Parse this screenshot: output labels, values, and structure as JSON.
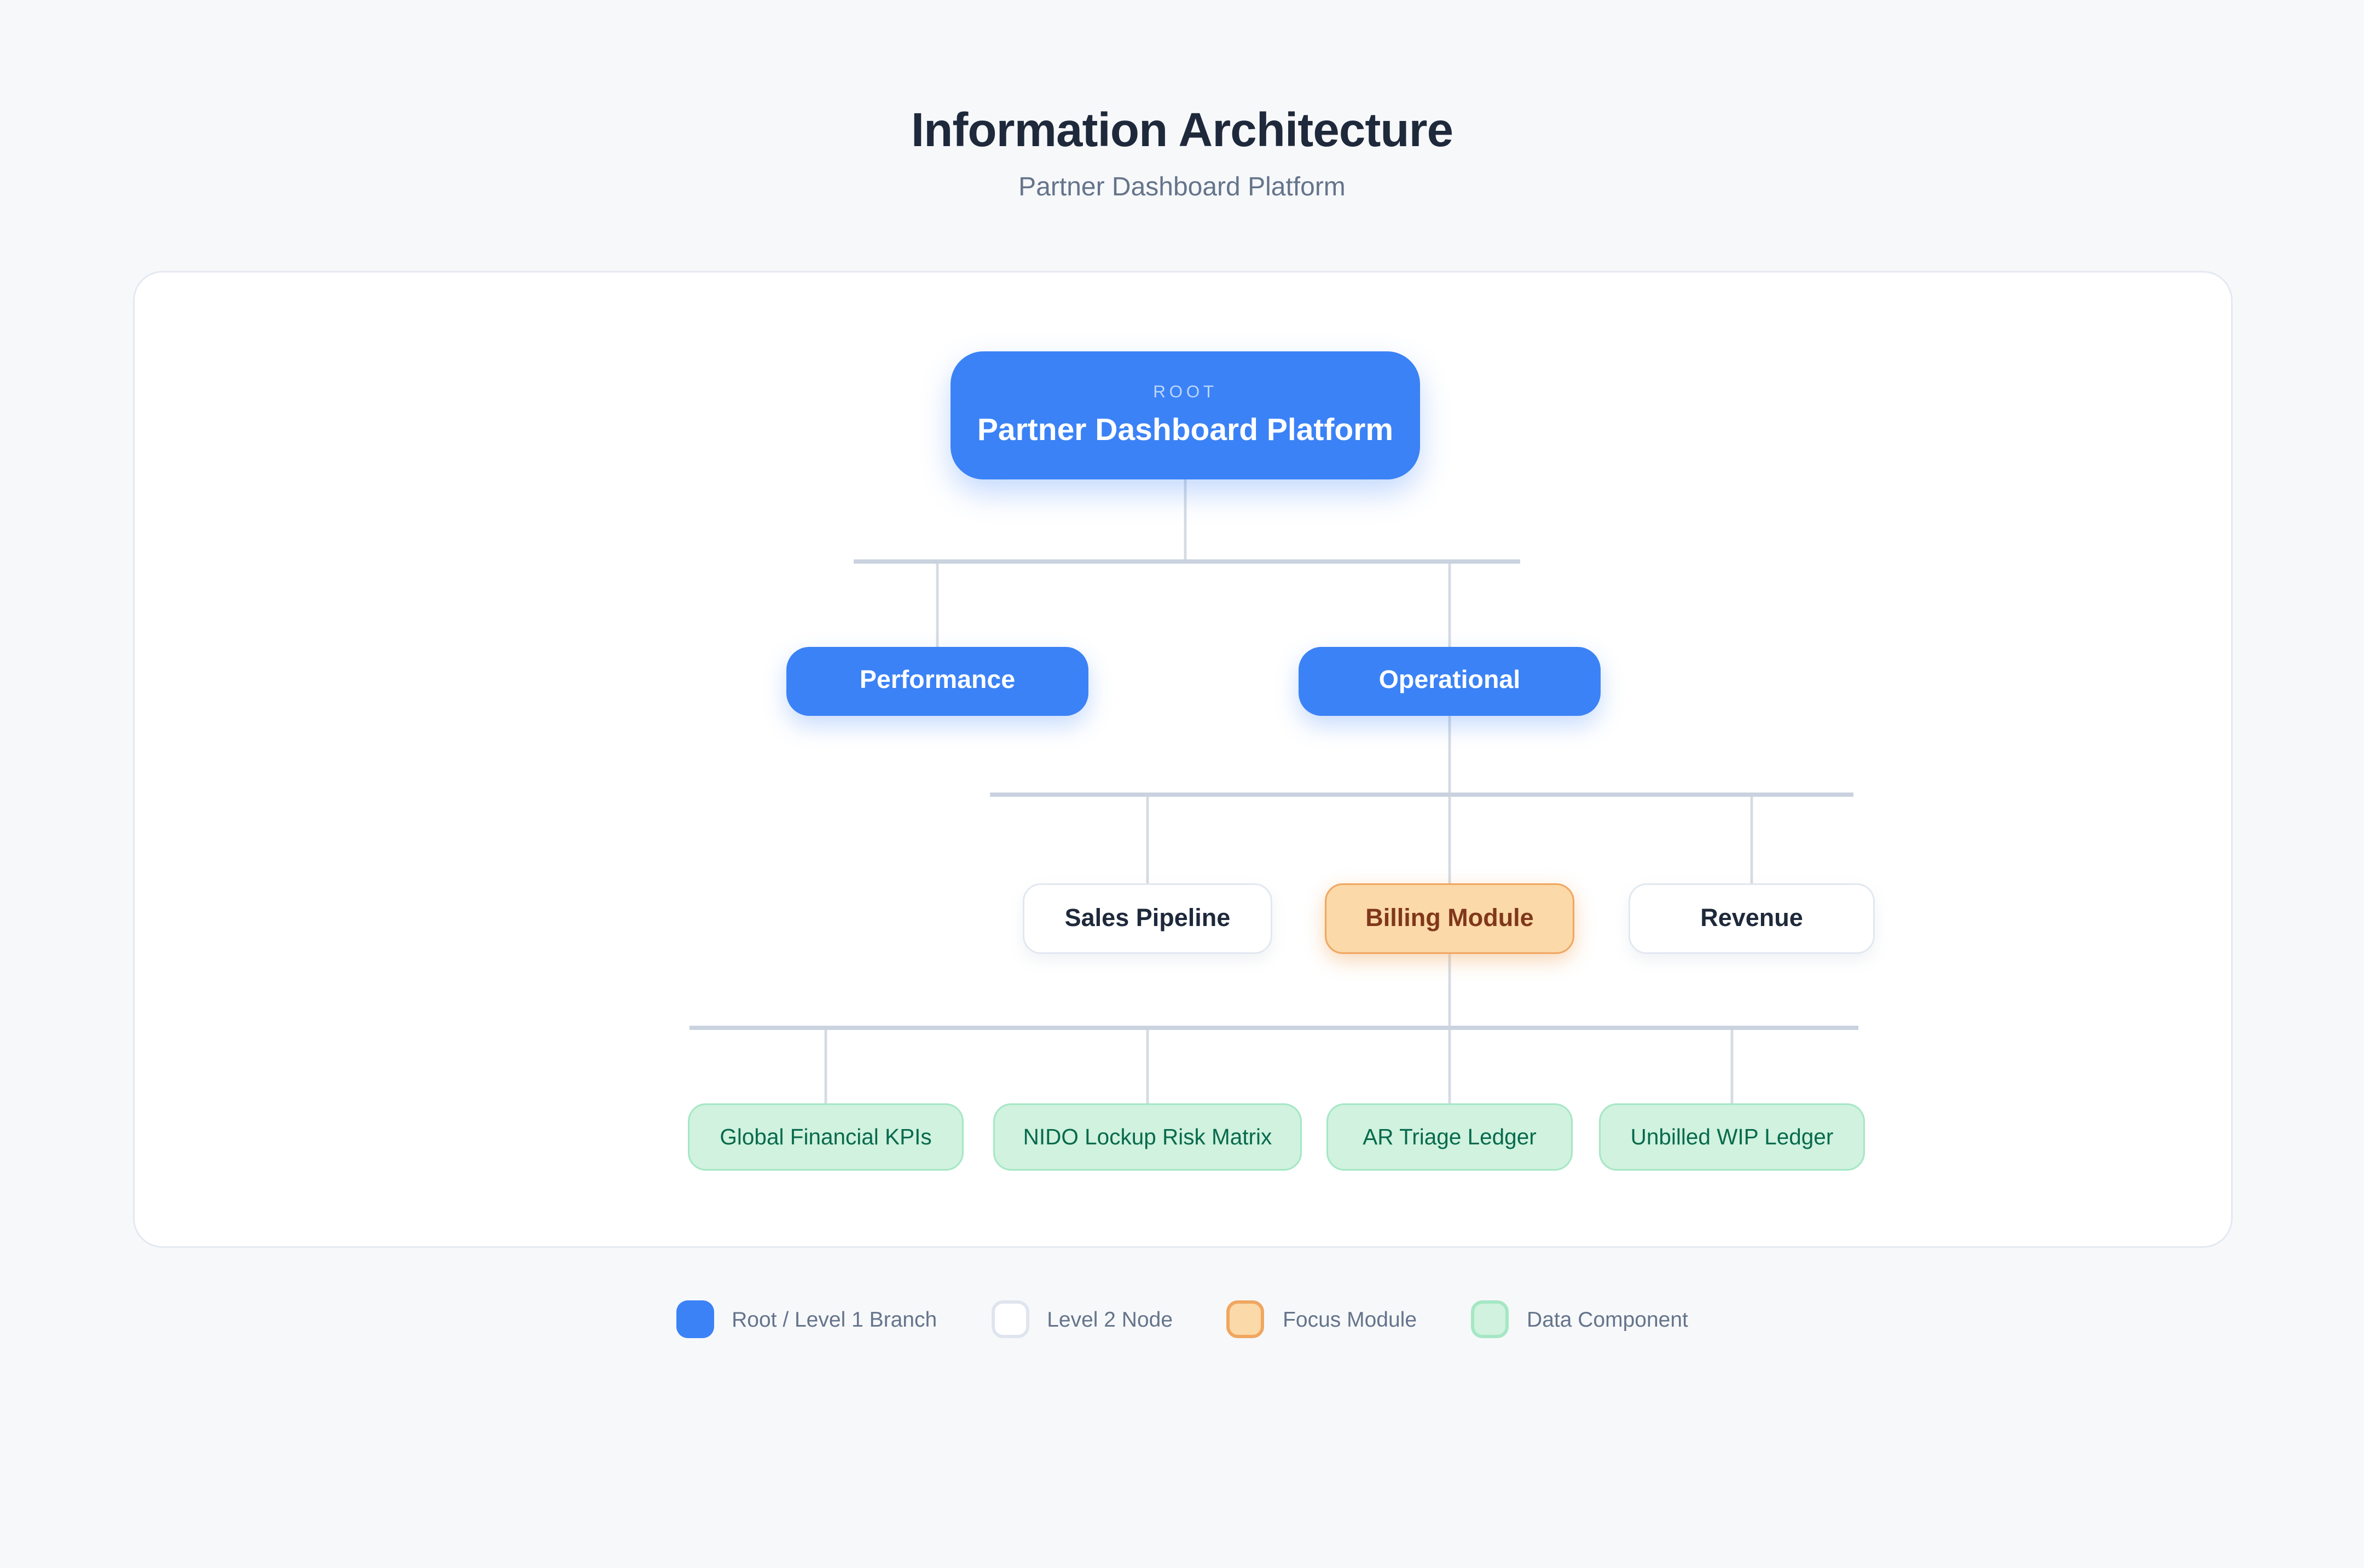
{
  "header": {
    "title": "Information Architecture",
    "subtitle": "Partner Dashboard Platform"
  },
  "diagram": {
    "root": {
      "tag": "ROOT",
      "label": "Partner Dashboard Platform"
    },
    "level1": [
      {
        "label": "Performance"
      },
      {
        "label": "Operational"
      }
    ],
    "level2": [
      {
        "label": "Sales Pipeline"
      },
      {
        "label": "Billing Module"
      },
      {
        "label": "Revenue"
      }
    ],
    "level3": [
      {
        "label": "Global Financial KPIs"
      },
      {
        "label": "NIDO Lockup Risk Matrix"
      },
      {
        "label": "AR Triage Ledger"
      },
      {
        "label": "Unbilled WIP Ledger"
      }
    ]
  },
  "legend": {
    "items": [
      {
        "label": "Root / Level 1 Branch",
        "color": "#3b82f6"
      },
      {
        "label": "Level 2 Node",
        "color": "#ffffff"
      },
      {
        "label": "Focus Module",
        "color": "#fbd9a8"
      },
      {
        "label": "Data Component",
        "color": "#d0f2df"
      }
    ]
  },
  "colors": {
    "background": "#f7f8fa",
    "canvas": "#ffffff",
    "node_blue": "#3b82f6",
    "root_tag_text": "#bcd6fb",
    "focus_bg": "#fbd9a8",
    "focus_border": "#f0a660",
    "focus_text": "#80371b",
    "data_bg": "#d0f2df",
    "data_border": "#a5e7c4",
    "data_text": "#076a4c",
    "connector": "#cbd5e1",
    "title_text": "#1e293b",
    "muted_text": "#64748b"
  }
}
